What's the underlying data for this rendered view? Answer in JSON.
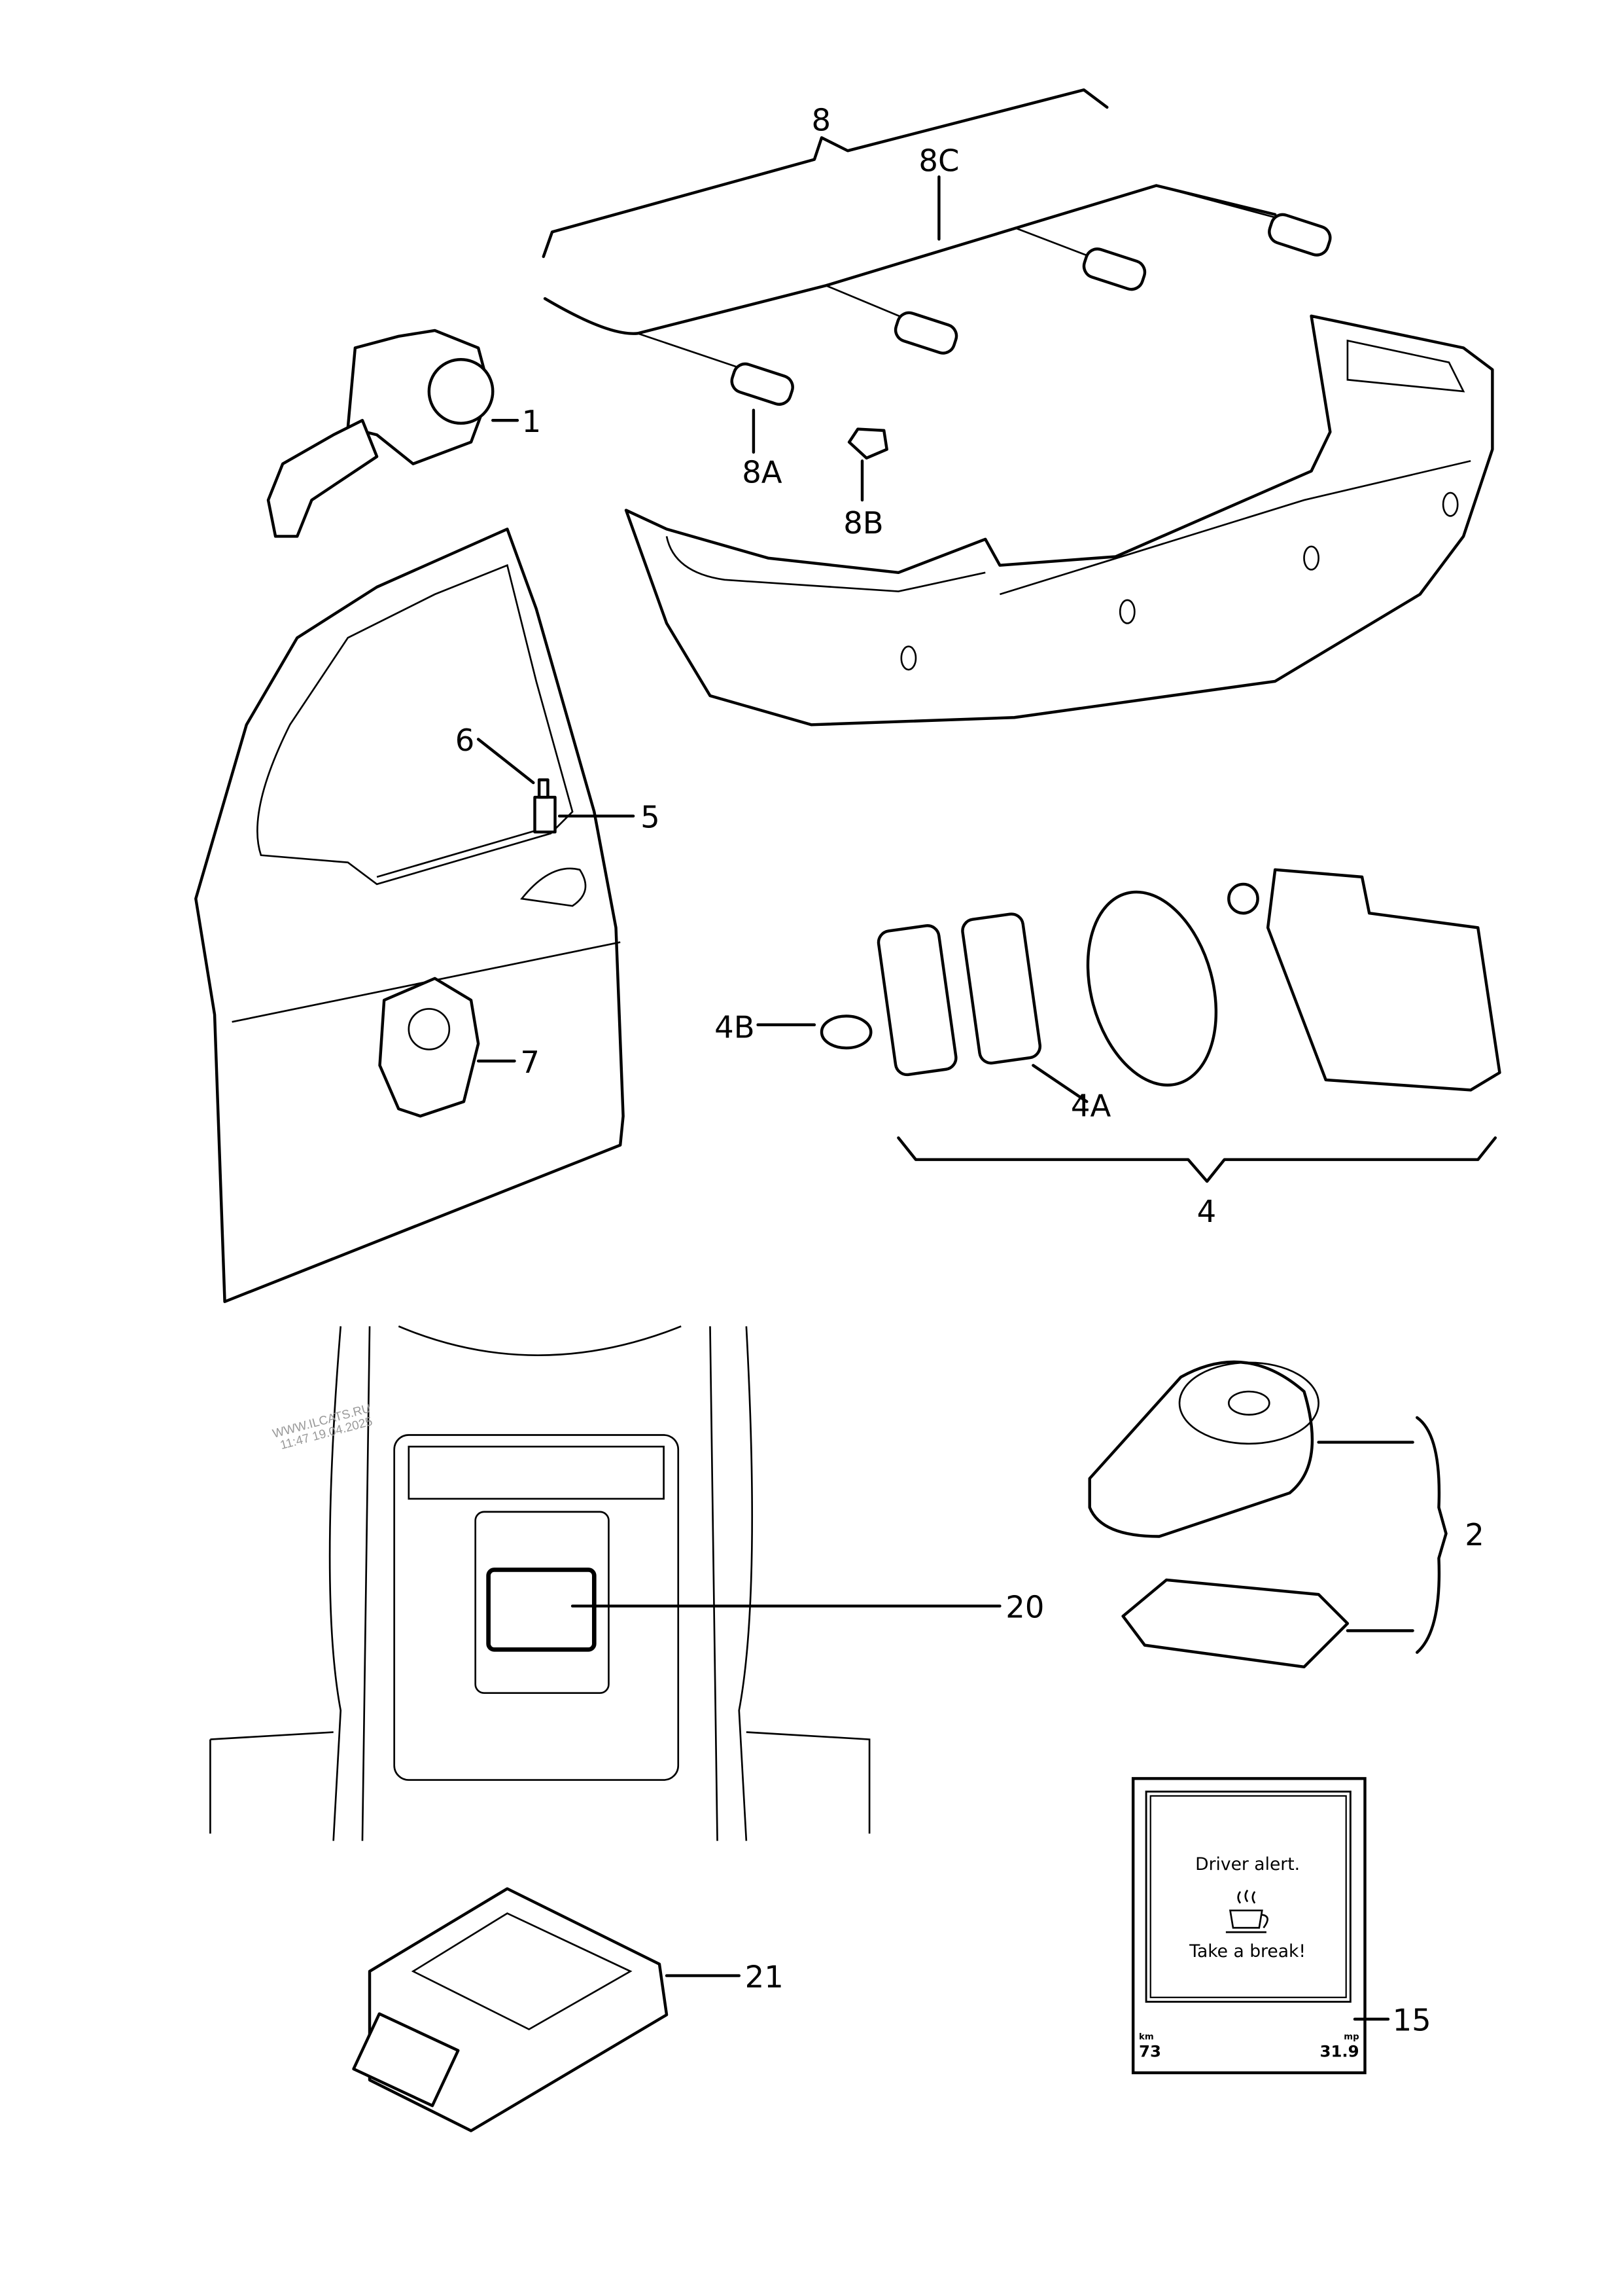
{
  "callouts": {
    "c1": "1",
    "c2": "2",
    "c4": "4",
    "c4A": "4A",
    "c4B": "4B",
    "c5": "5",
    "c6": "6",
    "c7": "7",
    "c8": "8",
    "c8A": "8A",
    "c8B": "8B",
    "c8C": "8C",
    "c15": "15",
    "c20": "20",
    "c21": "21"
  },
  "display": {
    "line1": "Driver alert.",
    "line2": "Take a break!",
    "icon": "coffee-cup-icon",
    "left_unit": "km",
    "left_value": "73",
    "right_unit": "mp",
    "right_value": "31.9"
  },
  "watermark": {
    "line1": "WWW.ILCATS.RU",
    "line2": "11:47  19.04.2025"
  }
}
